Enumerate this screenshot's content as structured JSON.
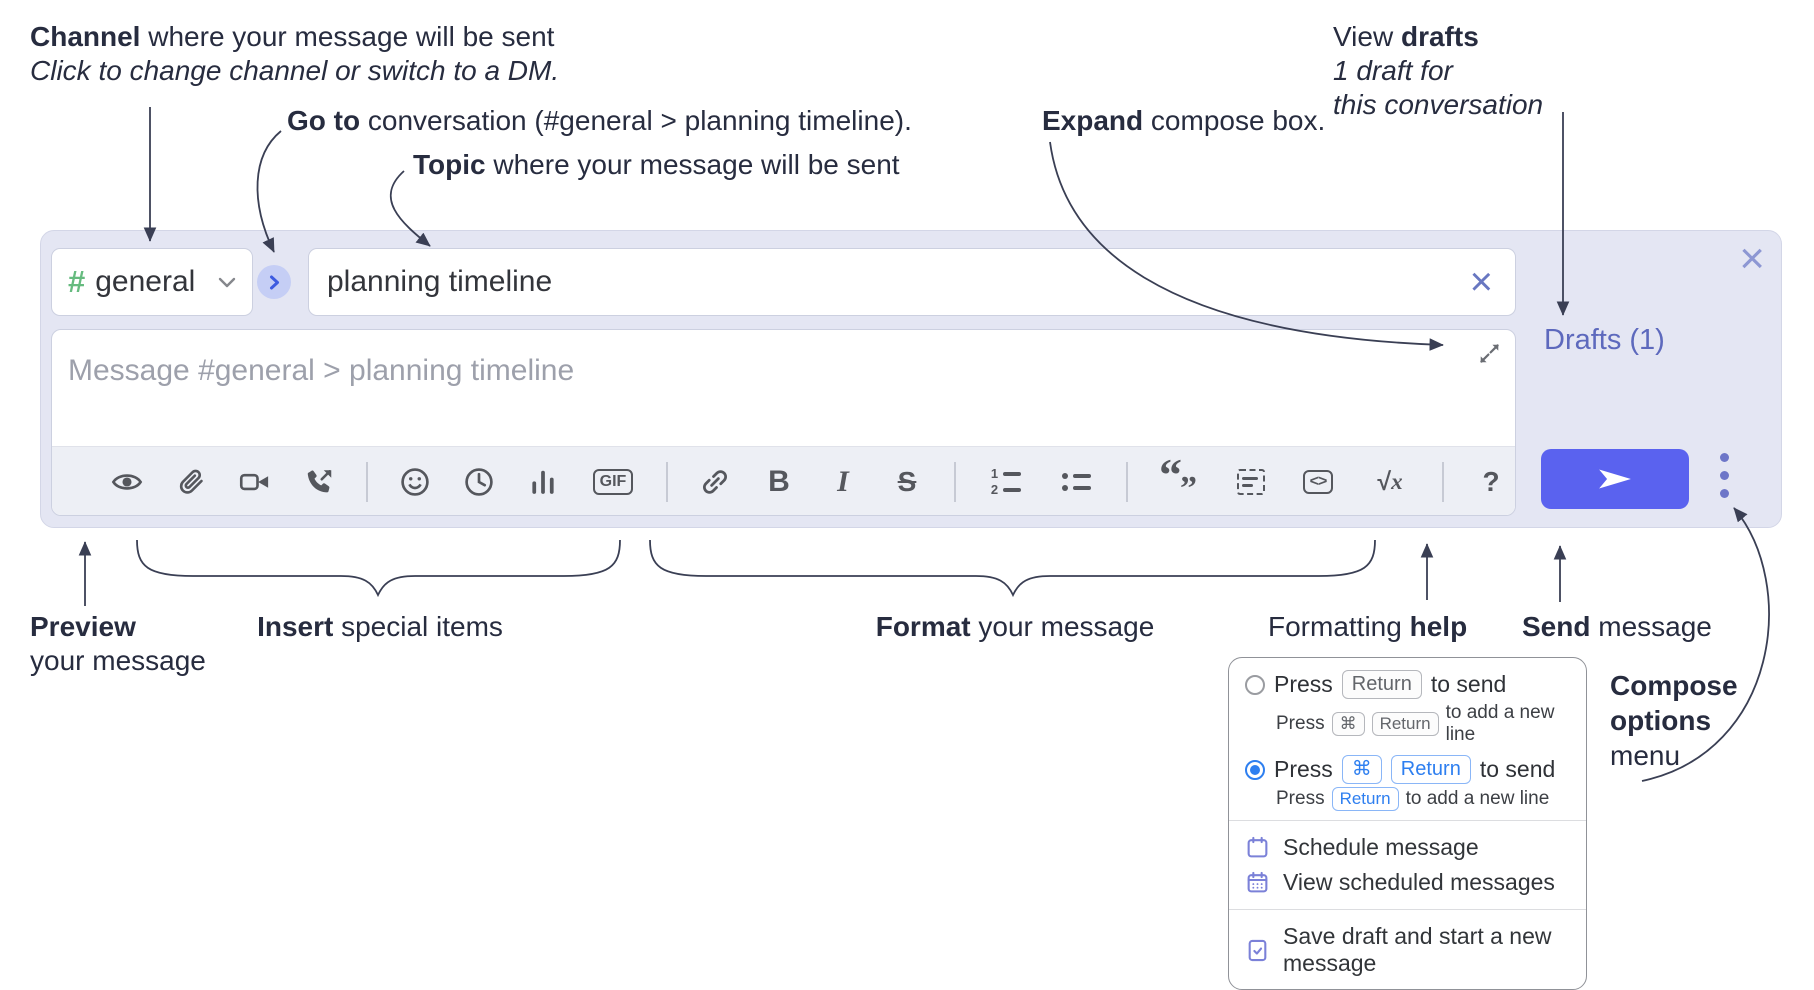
{
  "annotations": {
    "channel_line1_bold": "Channel",
    "channel_line1_rest": " where your message will be sent",
    "channel_line2": "Click to change channel or switch to a DM.",
    "goto_bold": "Go to",
    "goto_rest": " conversation (#general > planning timeline).",
    "topic_bold": "Topic",
    "topic_rest": " where your message will be sent",
    "expand_bold": "Expand",
    "expand_rest": " compose box.",
    "drafts_pre": "View ",
    "drafts_bold": "drafts",
    "drafts_line2": "1 draft for",
    "drafts_line3": "this conversation",
    "preview_bold": "Preview",
    "preview_line2": "your message",
    "insert_bold": "Insert",
    "insert_rest": " special items",
    "format_bold": "Format",
    "format_rest": " your message",
    "help_pre": "Formatting ",
    "help_bold": "help",
    "send_bold": "Send",
    "send_rest": " message",
    "compose_options_line1": "Compose",
    "compose_options_line2": "options",
    "compose_options_line3": "menu"
  },
  "compose": {
    "channel": {
      "hash": "#",
      "name": "general"
    },
    "topic_value": "planning timeline",
    "topic_clear": "×",
    "close_x": "×",
    "message_placeholder": "Message #general > planning timeline",
    "drafts_link": "Drafts (1)",
    "toolbar": {
      "icon_names": [
        "preview-eye",
        "attach-file",
        "start-video-call",
        "start-voice-call",
        "add-emoji",
        "add-global-time",
        "add-poll",
        "add-gif",
        "link",
        "bold",
        "italic",
        "strikethrough",
        "numbered-list",
        "bulleted-list",
        "quote",
        "spoiler",
        "code",
        "math",
        "help"
      ],
      "labels": {
        "gif": "GIF",
        "bold": "B",
        "italic": "I",
        "strikethrough": "S",
        "code": "<>",
        "math_root": "√",
        "math_var": "x",
        "help": "?",
        "quote_open": "“",
        "quote_close": "”",
        "num1": "1",
        "num2": "2"
      }
    },
    "colors": {
      "send_button": "#5a62ef",
      "container": "#e4e6f3",
      "hash_green": "#66bb7f",
      "drafts_link": "#5d69bd",
      "radio_selected": "#2e7ff0"
    }
  },
  "menu": {
    "option1": {
      "pre": "Press",
      "key1": "Return",
      "post": "to send",
      "sub_pre": "Press",
      "sub_key1": "⌘",
      "sub_key2": "Return",
      "sub_post": "to add a new line"
    },
    "option2": {
      "pre": "Press",
      "key1": "⌘",
      "key2": "Return",
      "post": "to send",
      "sub_pre": "Press",
      "sub_key1": "Return",
      "sub_post": "to add a new line"
    },
    "item_schedule": "Schedule message",
    "item_view_scheduled": "View scheduled messages",
    "item_save_draft": "Save draft and start a new message"
  }
}
